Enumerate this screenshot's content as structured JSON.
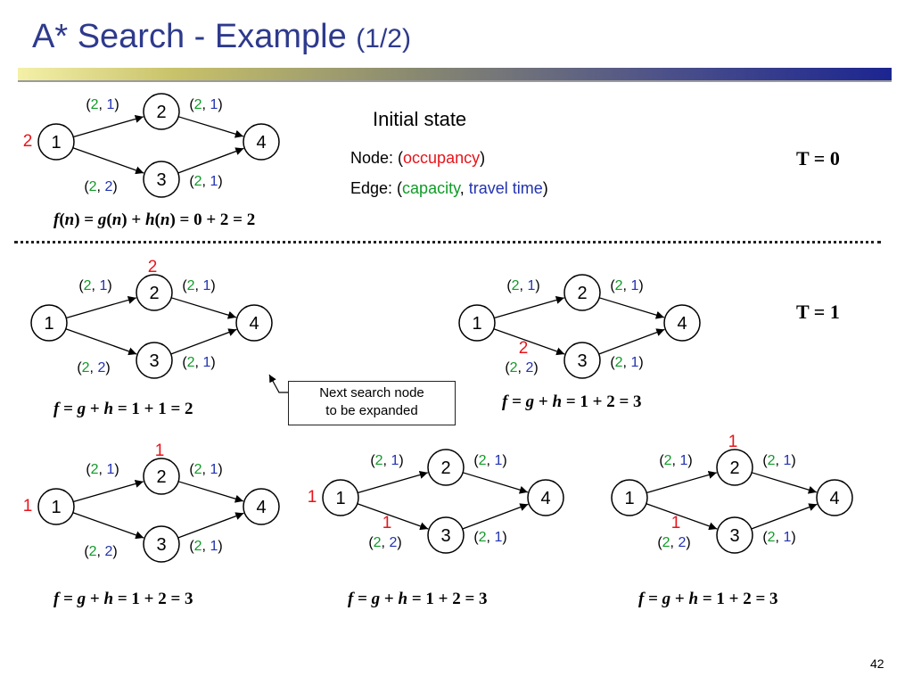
{
  "title": "A* Search - Example",
  "title_suffix": "(1/2)",
  "initial_state_label": "Initial state",
  "legend": {
    "node_prefix": "Node: (",
    "node_term": "occupancy",
    "node_suffix": ")",
    "edge_prefix": "Edge: (",
    "edge_term1": "capacity",
    "edge_sep": ", ",
    "edge_term2": "travel time",
    "edge_suffix": ")"
  },
  "time_labels": {
    "t0": "T = 0",
    "t1": "T = 1"
  },
  "callout": {
    "line1": "Next search node",
    "line2": "to be expanded"
  },
  "page_number": "42",
  "colors": {
    "title": "#2e3a8c",
    "red": "#e8141b",
    "green": "#109b28",
    "blue": "#2233b0"
  },
  "graph": {
    "node_labels": [
      "1",
      "2",
      "3",
      "4"
    ],
    "edges": [
      {
        "from": "1",
        "to": "2",
        "capacity": "2",
        "time": "1"
      },
      {
        "from": "1",
        "to": "3",
        "capacity": "2",
        "time": "2"
      },
      {
        "from": "2",
        "to": "4",
        "capacity": "2",
        "time": "1"
      },
      {
        "from": "3",
        "to": "4",
        "capacity": "2",
        "time": "1"
      }
    ]
  },
  "diagrams": [
    {
      "id": "d0",
      "occupancies": [
        {
          "at": "node-1",
          "value": "2"
        }
      ],
      "formula_html": "f(n) = g(n) + h(n) = 0 + 2 = 2"
    },
    {
      "id": "d1",
      "occupancies": [
        {
          "at": "node-2",
          "value": "2"
        }
      ],
      "formula_html": "f  = g + h = 1 + 1 = 2"
    },
    {
      "id": "d2",
      "occupancies": [
        {
          "at": "edge-1-3",
          "value": "2"
        }
      ],
      "formula_html": "f = g + h = 1 + 2 = 3"
    },
    {
      "id": "d3",
      "occupancies": [
        {
          "at": "node-1",
          "value": "1"
        },
        {
          "at": "node-2",
          "value": "1"
        }
      ],
      "formula_html": "f = g + h = 1 + 2 = 3"
    },
    {
      "id": "d4",
      "occupancies": [
        {
          "at": "node-1",
          "value": "1"
        },
        {
          "at": "edge-1-3",
          "value": "1"
        }
      ],
      "formula_html": "f = g + h = 1 + 2 = 3"
    },
    {
      "id": "d5",
      "occupancies": [
        {
          "at": "node-2",
          "value": "1"
        },
        {
          "at": "edge-1-3",
          "value": "1"
        }
      ],
      "formula_html": "f = g + h = 1 + 2 = 3"
    }
  ]
}
